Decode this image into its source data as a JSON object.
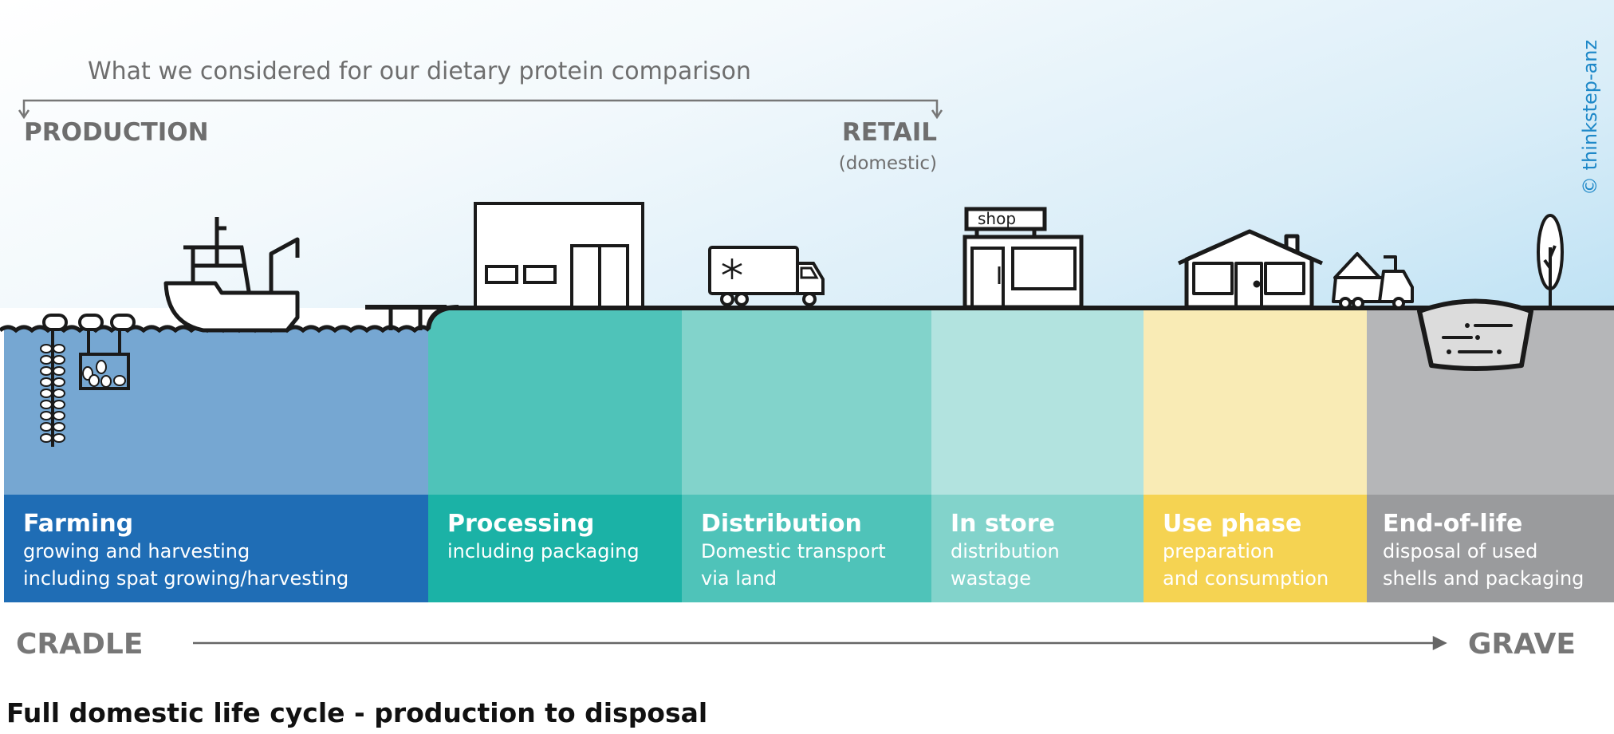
{
  "header": {
    "scope_title": "What we considered for our dietary protein comparison",
    "start_label": "PRODUCTION",
    "end_label": "RETAIL",
    "end_sublabel": "(domestic)"
  },
  "copyright": "© thinkstep-anz",
  "shop_sign": "shop",
  "stages": [
    {
      "title": "Farming",
      "lines": [
        "growing and harvesting",
        "including spat growing/harvesting"
      ],
      "color": "#1f6db5",
      "upper_color": "#76a7d2"
    },
    {
      "title": "Processing",
      "lines": [
        "including packaging"
      ],
      "color": "#1bb2a6",
      "upper_color": "#4fc3b9"
    },
    {
      "title": "Distribution",
      "lines": [
        "Domestic transport",
        "via land"
      ],
      "color": "#4fc3b9",
      "upper_color": "#82d3cb"
    },
    {
      "title": "In store",
      "lines": [
        "distribution",
        "wastage"
      ],
      "color": "#82d3cb",
      "upper_color": "#b2e3df"
    },
    {
      "title": "Use phase",
      "lines": [
        "preparation",
        "and consumption"
      ],
      "color": "#f5d352",
      "upper_color": "#f9ebb5"
    },
    {
      "title": "End-of-life",
      "lines": [
        "disposal of used",
        "shells and packaging"
      ],
      "color": "#9a9b9d",
      "upper_color": "#b5b6b8"
    }
  ],
  "axis": {
    "start": "CRADLE",
    "end": "GRAVE"
  },
  "footer": "Full domestic life cycle - production to disposal"
}
